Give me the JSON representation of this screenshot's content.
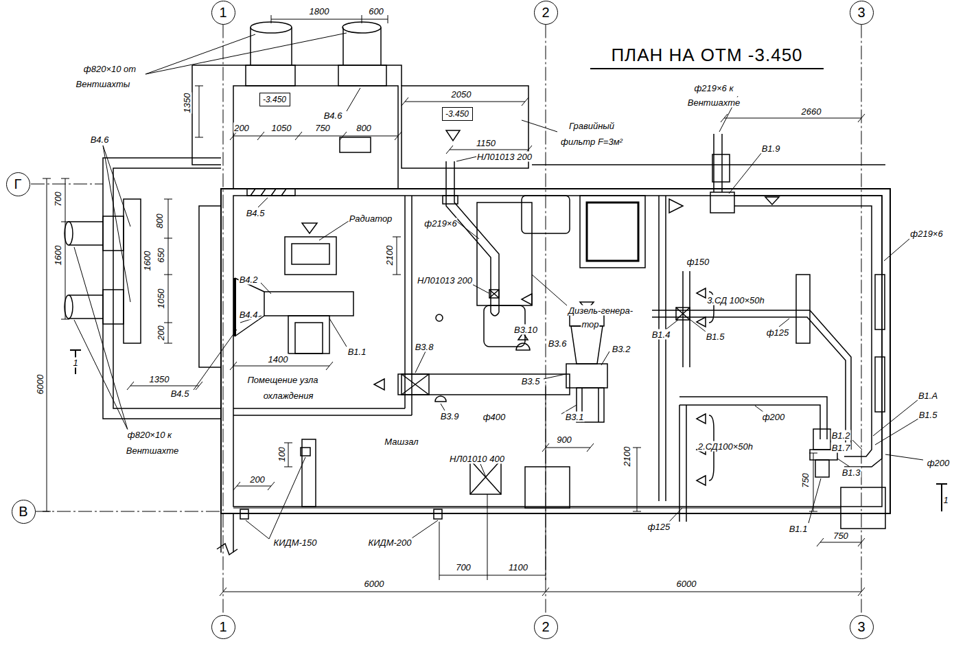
{
  "diagram": {
    "title": "ПЛАН НА ОТМ -3.450",
    "nodes": [
      {
        "text": [
          "1"
        ]
      },
      {
        "text": [
          "2"
        ]
      },
      {
        "text": [
          "3"
        ]
      },
      {
        "text": [
          "Г"
        ]
      },
      {
        "text": [
          "В"
        ]
      },
      {
        "text": [
          "1"
        ]
      },
      {
        "text": [
          "2"
        ]
      },
      {
        "text": [
          "3"
        ]
      },
      {
        "text": [
          "-3.450"
        ]
      },
      {
        "text": [
          "-3.450"
        ]
      }
    ],
    "edges": [
      {
        "from": 0,
        "to": 5,
        "arrow": "none"
      },
      {
        "from": 1,
        "to": 6,
        "arrow": "none"
      },
      {
        "from": 2,
        "to": 7,
        "arrow": "none"
      }
    ],
    "labels": [
      "1800",
      "600",
      "ф820×10 от",
      "Вентшахты",
      "В4.6",
      "1350",
      "200",
      "1050",
      "750",
      "800",
      "2050",
      "1150",
      "Гравийный",
      "фильтр F=3м²",
      "ф219×6 к",
      "Вентшахте",
      "2660",
      "В1.9",
      "ф219×6",
      "В4.6",
      "700",
      "800",
      "1600",
      "650",
      "1600",
      "1050",
      "200",
      "В4.5",
      "Радиатор",
      "2100",
      "В4.2",
      "В4.4",
      "В1.1",
      "1400",
      "1350",
      "В4.5",
      "Помещение узла",
      "охлаждения",
      "1",
      "6000",
      "ф820×10 к",
      "Вентшахте",
      "100",
      "200",
      "Машзал",
      "НЛ01010 400",
      "КИДМ-150",
      "КИДМ-200",
      "700",
      "1100",
      "6000",
      "6000",
      "НЛ01013 200",
      "ф219×6",
      "НЛ01013 200",
      "Дизель-генера-",
      "тор",
      "В3.6",
      "В3.10",
      "В3.8",
      "В3.5",
      "В3.2",
      "В3.9",
      "ф400",
      "В3.1",
      "900",
      "2100",
      "ф150",
      "3.СД 100×50h",
      "В1.4",
      "В1.5",
      "ф125",
      "ф200",
      "2.СД100×50h",
      "ф125",
      "В1.2",
      "В1.7",
      "В1.А",
      "В1.5",
      "ф200",
      "В1.3",
      "750",
      "В1.1",
      "750",
      "1"
    ]
  }
}
